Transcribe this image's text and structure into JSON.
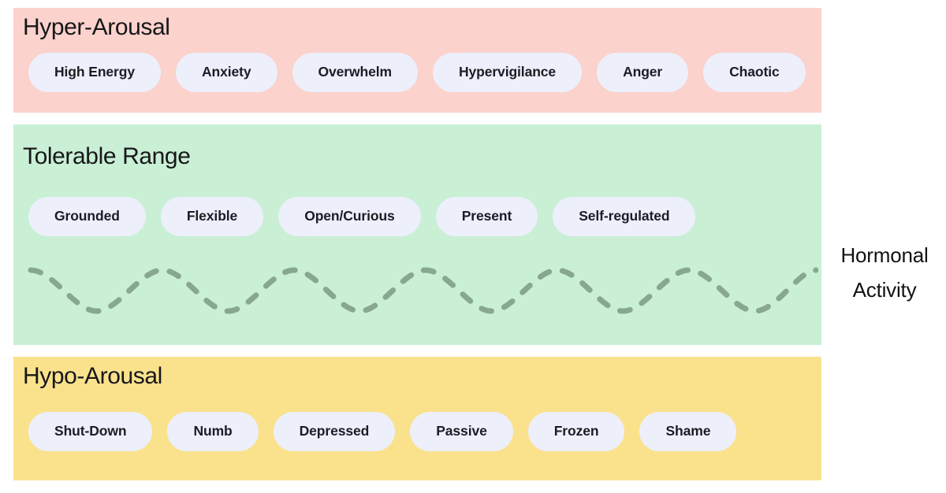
{
  "diagram": {
    "description": "Arousal zones diagram with three horizontal bands and a hormonal activity wave"
  },
  "bands": [
    {
      "id": "hyper-arousal",
      "title": "Hyper-Arousal",
      "background_color": "#FBD2CC",
      "pills": [
        "High Energy",
        "Anxiety",
        "Overwhelm",
        "Hypervigilance",
        "Anger",
        "Chaotic"
      ]
    },
    {
      "id": "tolerable-range",
      "title": "Tolerable Range",
      "background_color": "#C9EFD5",
      "pills": [
        "Grounded",
        "Flexible",
        "Open/Curious",
        "Present",
        "Self-regulated"
      ],
      "wave_color": "#87A88D"
    },
    {
      "id": "hypo-arousal",
      "title": "Hypo-Arousal",
      "background_color": "#FAE28D",
      "pills": [
        "Shut-Down",
        "Numb",
        "Depressed",
        "Passive",
        "Frozen",
        "Shame"
      ]
    }
  ],
  "side_label": {
    "line1": "Hormonal",
    "line2": "Activity"
  },
  "colors": {
    "pill_background": "#EDEFFB",
    "pill_text": "#1c1c22",
    "title_text": "#17171a",
    "wave": "#87A88D",
    "page_background": "#ffffff"
  }
}
